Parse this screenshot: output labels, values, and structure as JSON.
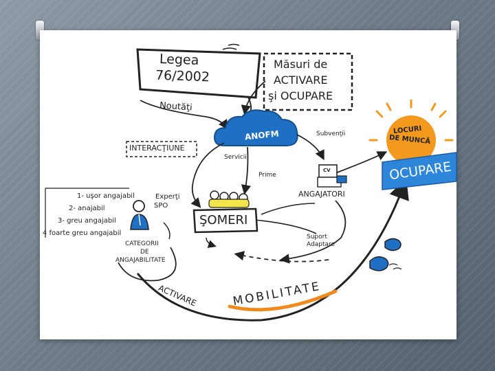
{
  "slide": {
    "legea_line1": "Legea",
    "legea_line2": "76/2002",
    "masuri_line1": "Măsuri de",
    "masuri_line2": "ACTIVARE",
    "masuri_line3": "şi OCUPARE",
    "noutati": "Noutăţi",
    "anofm": "ANOFM",
    "subventii": "Subvenţii",
    "interactiune": "INTERACŢIUNE",
    "servicii": "Servicii",
    "prime": "Prime",
    "angajatori": "ANGAJATORI",
    "cv": "CV",
    "someri": "ŞOMERI",
    "suport_line1": "Suport",
    "suport_line2": "Adaptare",
    "experti_line1": "Experţi",
    "experti_line2": "SPO",
    "levels": [
      "1- uşor angajabil",
      "2- anajabil",
      "3- greu angajabil",
      "4 foarte greu angajabil"
    ],
    "categorii_line1": "CATEGORII",
    "categorii_line2": "DE",
    "categorii_line3": "ANGAJABILITATE",
    "locuri_line1": "LOCURI",
    "locuri_line2": "DE MUNCĂ",
    "ocupare": "OCUPARE",
    "activare": "ACTIVARE",
    "mobilitate": "MOBILITATE"
  },
  "colors": {
    "anofm_blue": "#1f6fc4",
    "ocupare_blue": "#2d86d9",
    "sun_orange": "#f39a1e",
    "mobilitate_orange": "#f08a1c",
    "ink": "#222222"
  }
}
